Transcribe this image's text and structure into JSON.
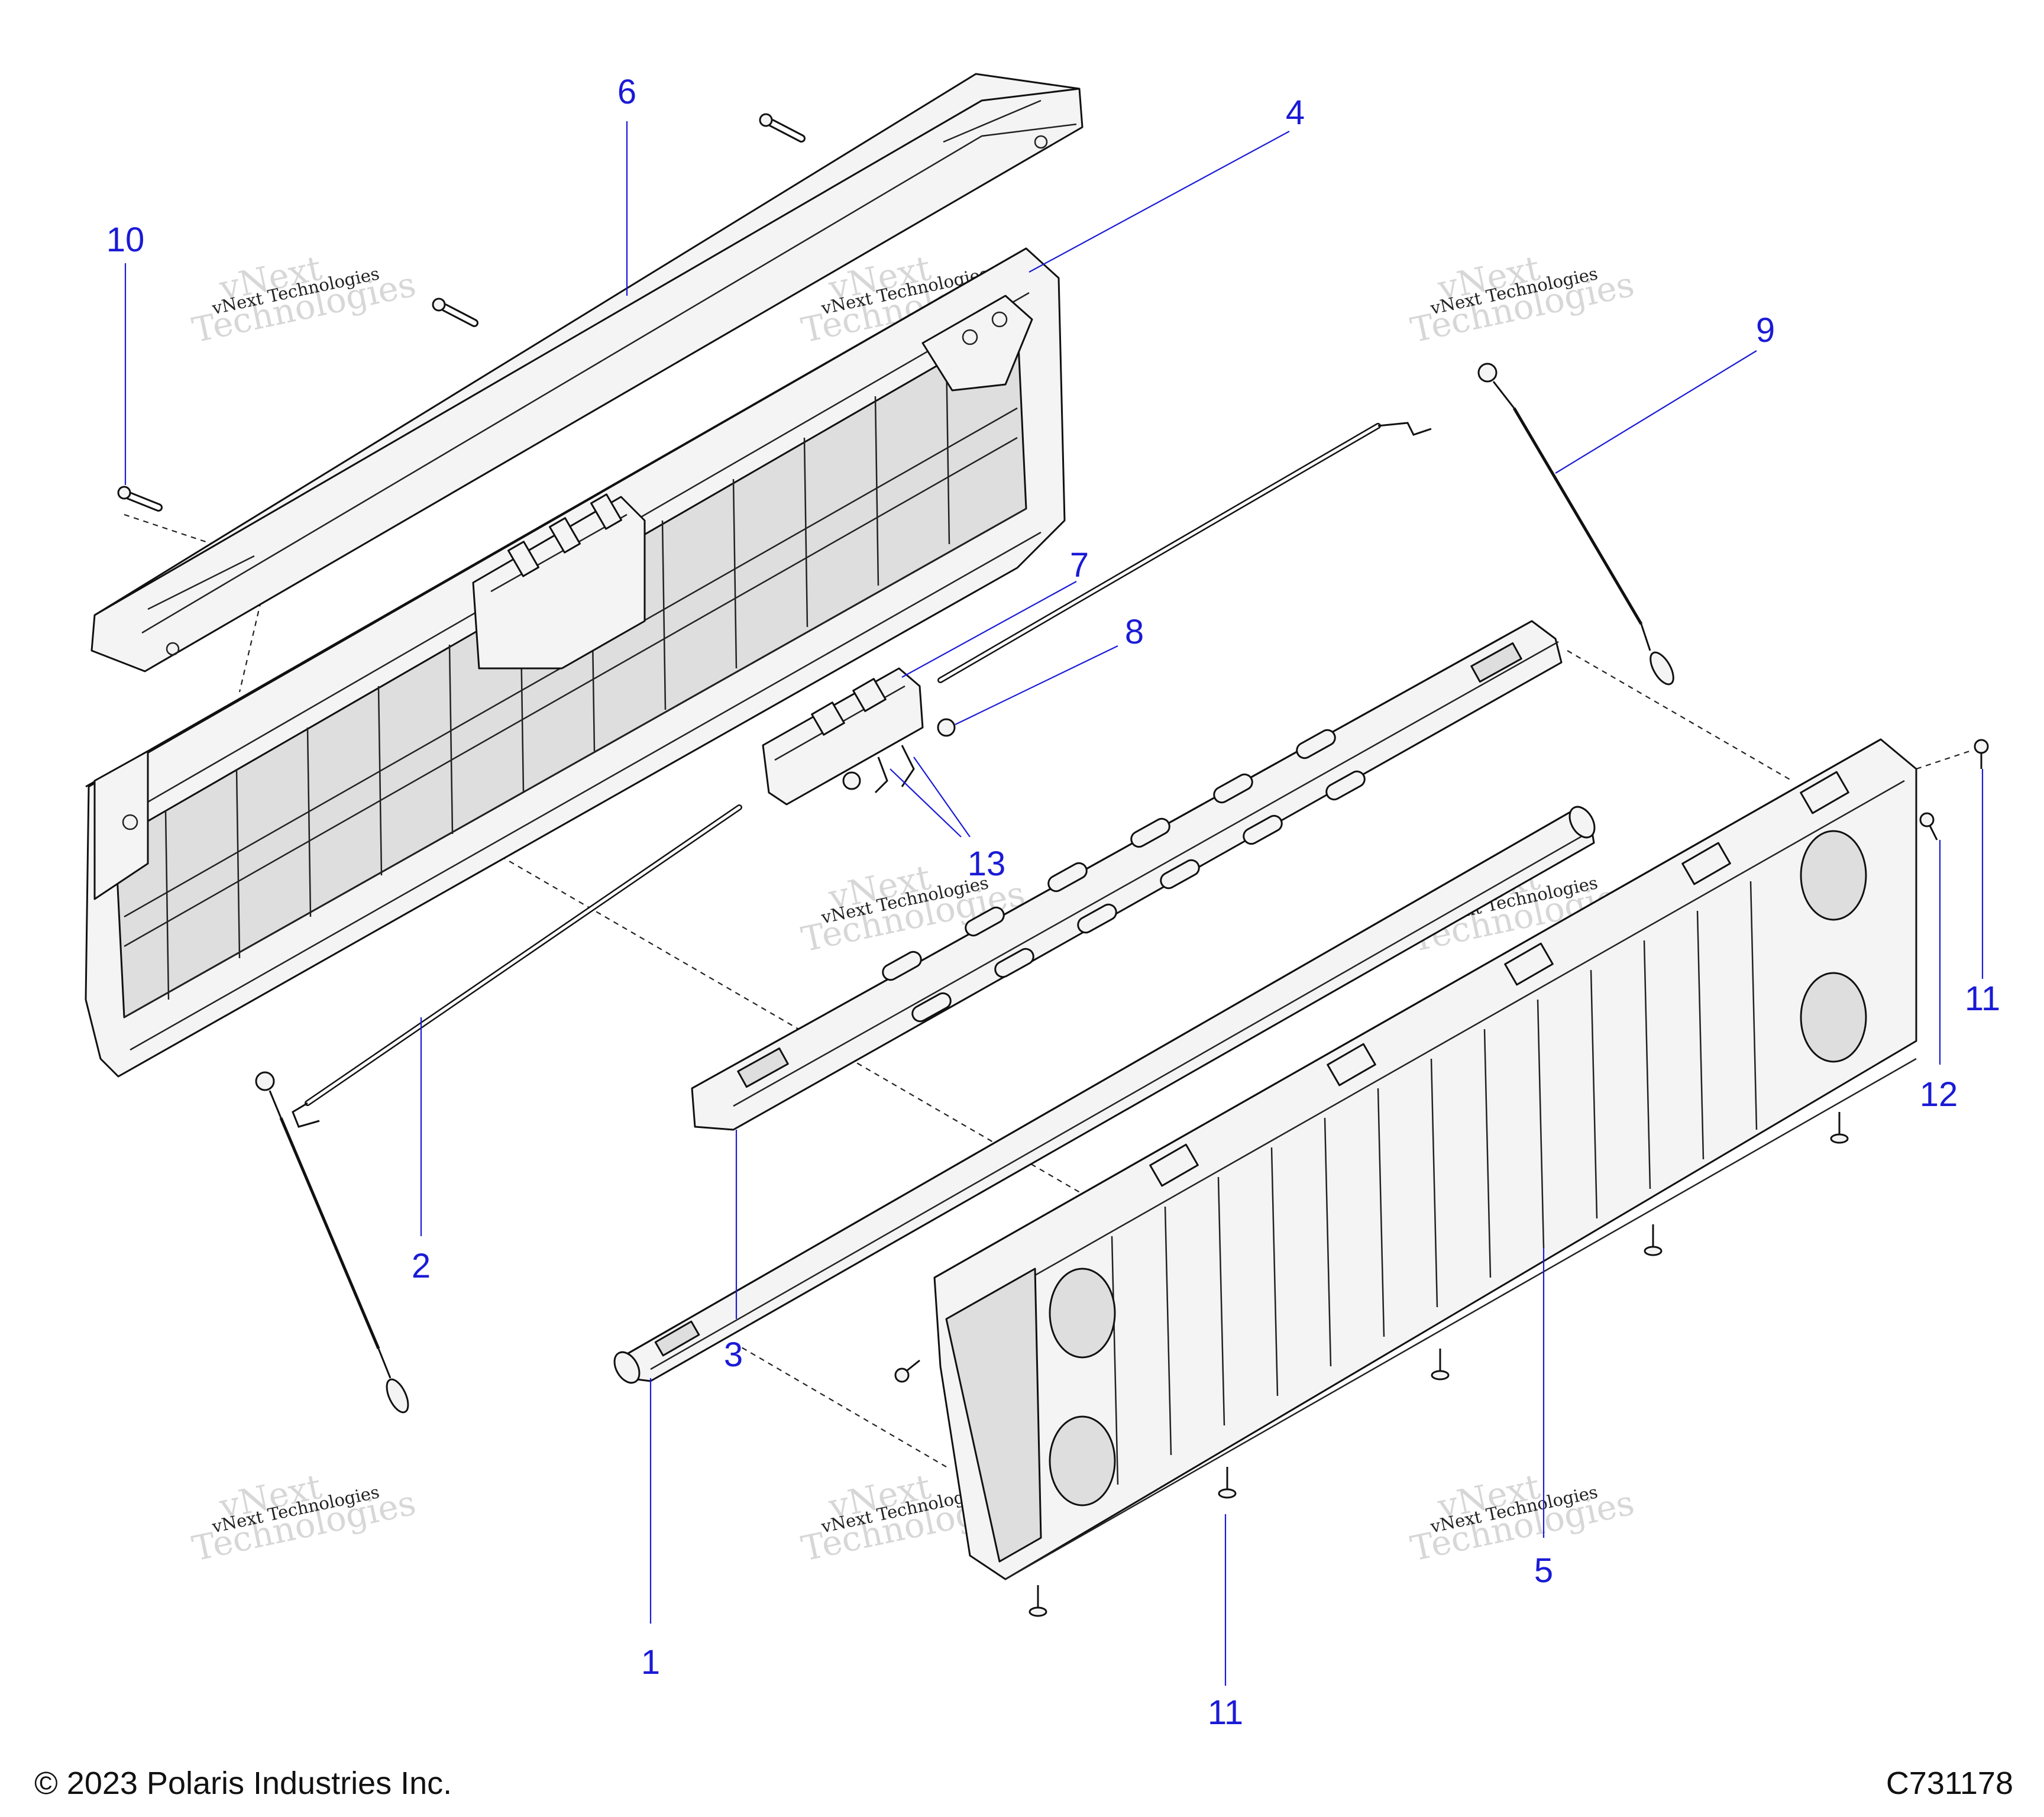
{
  "callouts": {
    "c1": "1",
    "c2": "2",
    "c3": "3",
    "c4": "4",
    "c5": "5",
    "c6": "6",
    "c7": "7",
    "c8": "8",
    "c9": "9",
    "c10": "10",
    "c11a": "11",
    "c11b": "11",
    "c12": "12",
    "c13": "13"
  },
  "watermark": {
    "line1": "vNext",
    "line2": "Technologies",
    "small": "vNext Technologies"
  },
  "footer": {
    "copyright": "© 2023 Polaris Industries Inc.",
    "diagram_id": "C731178"
  }
}
